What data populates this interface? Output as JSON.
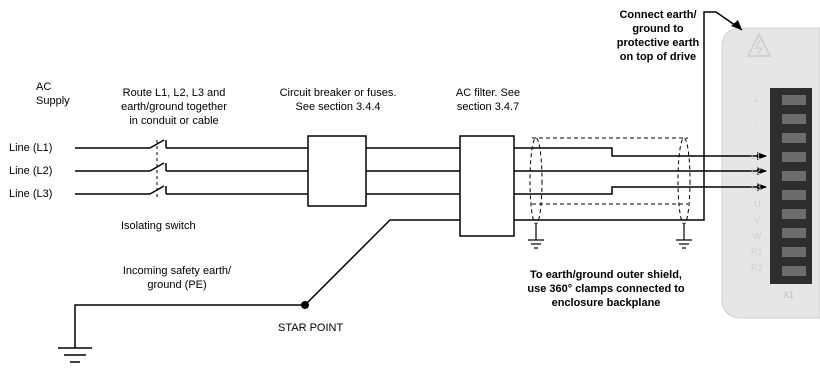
{
  "labels": {
    "ac_supply": "AC\nSupply",
    "route": "Route L1, L2, L3 and\nearth/ground together\nin conduit or cable",
    "breaker": "Circuit breaker or fuses.\nSee section 3.4.4",
    "filter": "AC filter. See\nsection 3.4.7",
    "connect_earth": "Connect earth/\nground to\nprotective earth\non top of drive",
    "line1": "Line (L1)",
    "line2": "Line (L2)",
    "line3": "Line (L3)",
    "isolating_switch": "Isolating switch",
    "incoming_earth": "Incoming safety earth/\nground (PE)",
    "star_point": "STAR POINT",
    "shield_note": "To earth/ground outer shield,\nuse 360° clamps connected to\nenclosure backplane"
  },
  "drive": {
    "terminals": [
      "+",
      "-",
      "L1",
      "L2",
      "L3",
      "U",
      "V",
      "W",
      "R1",
      "R2"
    ],
    "connector_label": "X1"
  },
  "colors": {
    "wire": "#000000",
    "drive_body": "#e6e6e6",
    "terminal_block": "#2e2e2e",
    "shield_dash": "#000000"
  }
}
